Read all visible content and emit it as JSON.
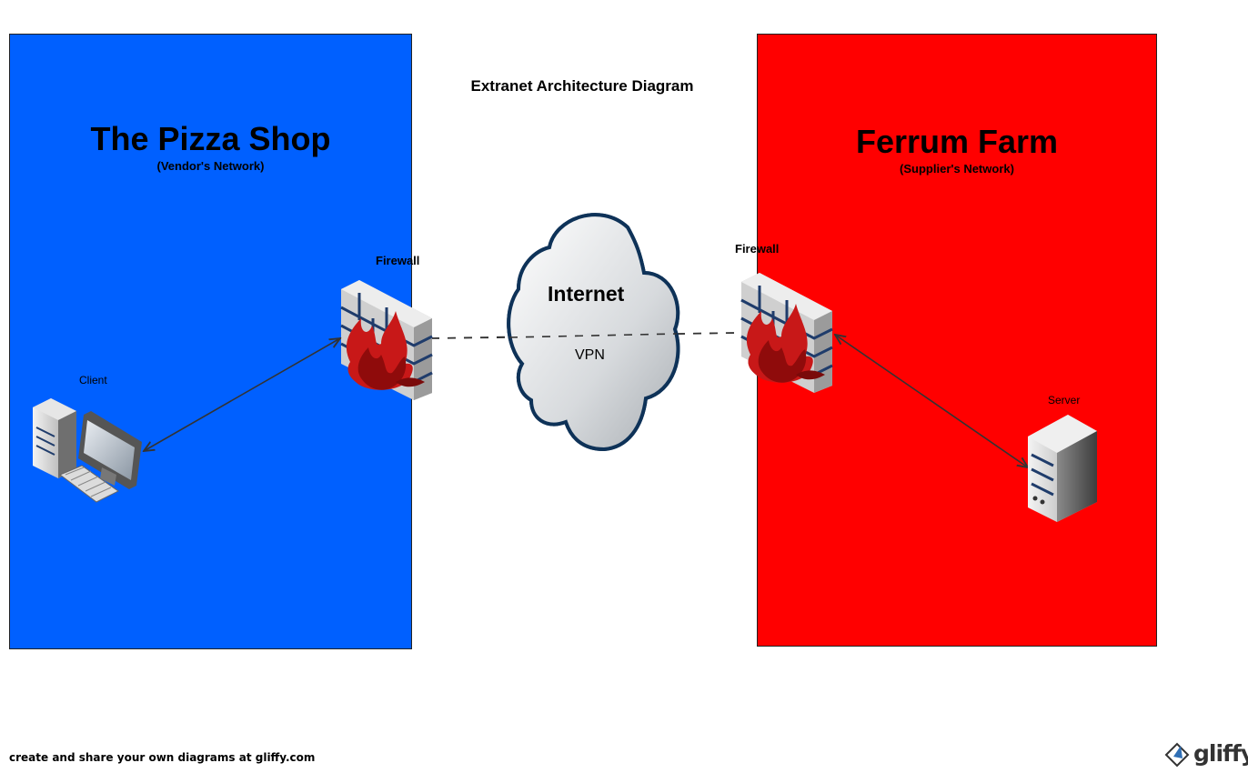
{
  "diagram_title": "Extranet Architecture Diagram",
  "left_zone": {
    "title": "The Pizza Shop",
    "subtitle": "(Vendor's Network)",
    "color": "#0060ff",
    "firewall_label": "Firewall",
    "client_label": "Client"
  },
  "right_zone": {
    "title": "Ferrum Farm",
    "subtitle": "(Supplier's Network)",
    "color": "#ff0000",
    "firewall_label": "Firewall",
    "server_label": "Server"
  },
  "cloud": {
    "title": "Internet",
    "link_label": "VPN"
  },
  "footer": {
    "text": "create and share your own diagrams at gliffy.com",
    "brand": "gliffy"
  },
  "icons": [
    "firewall-icon",
    "cloud-icon",
    "workstation-icon",
    "server-icon",
    "gliffy-logo-icon"
  ]
}
